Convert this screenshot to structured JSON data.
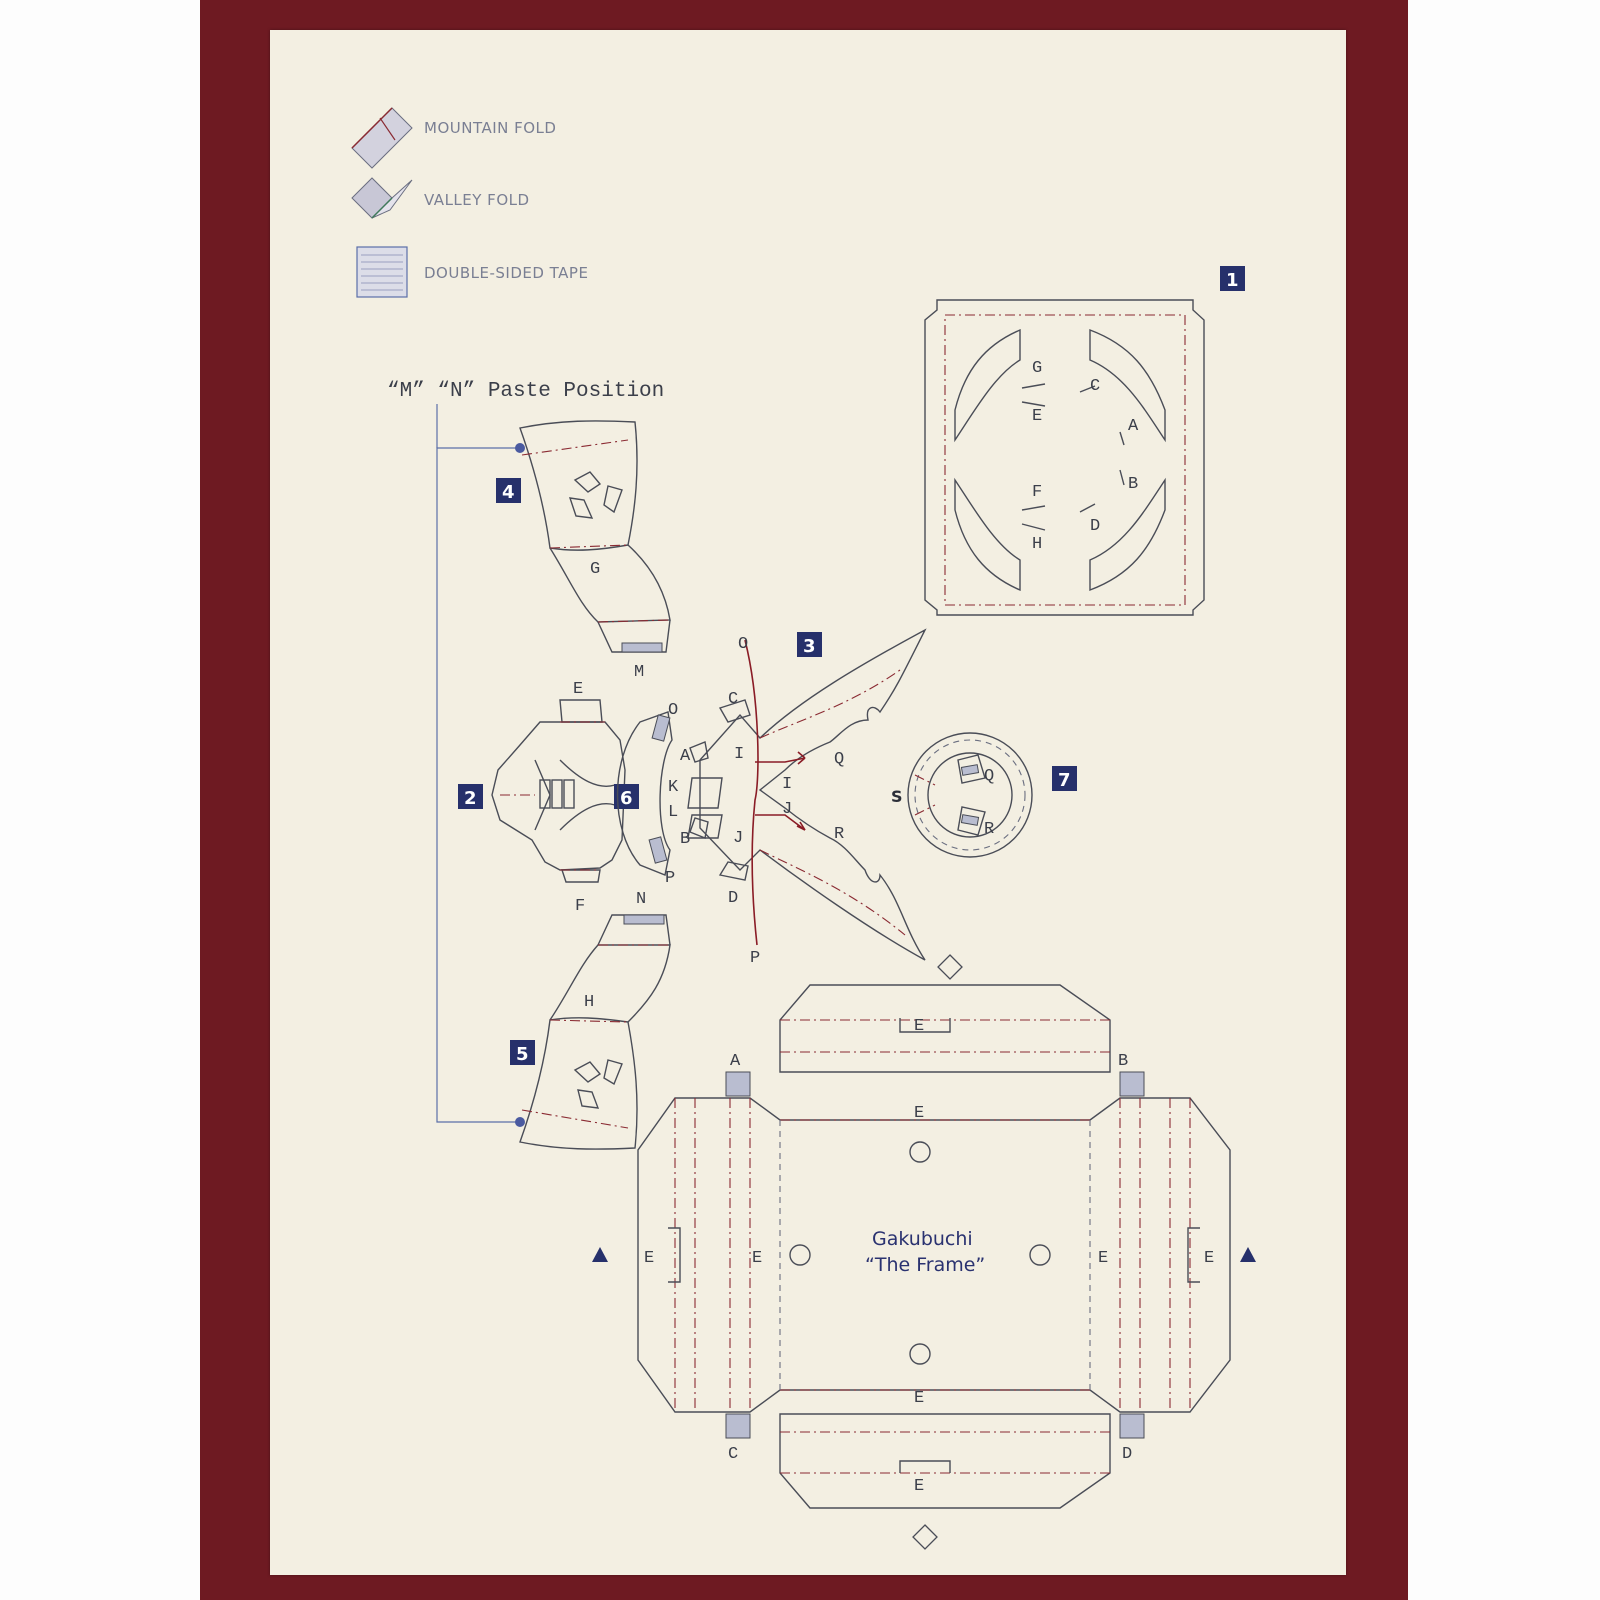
{
  "legend": {
    "mountain_fold": "MOUNTAIN FOLD",
    "valley_fold": "VALLEY FOLD",
    "double_sided_tape": "DOUBLE-SIDED TAPE"
  },
  "paste_position_title": "“M” “N” Paste Position",
  "part_numbers": [
    "1",
    "2",
    "3",
    "4",
    "5",
    "6",
    "7"
  ],
  "frame_title_line1": "Gakubuchi",
  "frame_title_line2": "“The Frame”",
  "part1_letters": [
    "G",
    "C",
    "E",
    "A",
    "B",
    "F",
    "D",
    "H"
  ],
  "part4_letters": [
    "G",
    "M"
  ],
  "part5_letters": [
    "N",
    "H"
  ],
  "part2_letters": [
    "E",
    "F"
  ],
  "part6_letters": [
    "O",
    "P"
  ],
  "part3_letters": [
    "O",
    "C",
    "A",
    "I",
    "Q",
    "K",
    "I",
    "L",
    "J",
    "B",
    "J",
    "R",
    "D",
    "P"
  ],
  "part7_letters": [
    "S",
    "Q",
    "R"
  ],
  "frame_letters": [
    "A",
    "B",
    "E",
    "E",
    "E",
    "E",
    "E",
    "E",
    "E",
    "C",
    "D",
    "E"
  ],
  "colors": {
    "sheet": "#f3efe2",
    "board": "#6e1a22",
    "ink": "#4a4d57",
    "accent_blue": "#26306b",
    "fold_red": "#8a2a32"
  }
}
